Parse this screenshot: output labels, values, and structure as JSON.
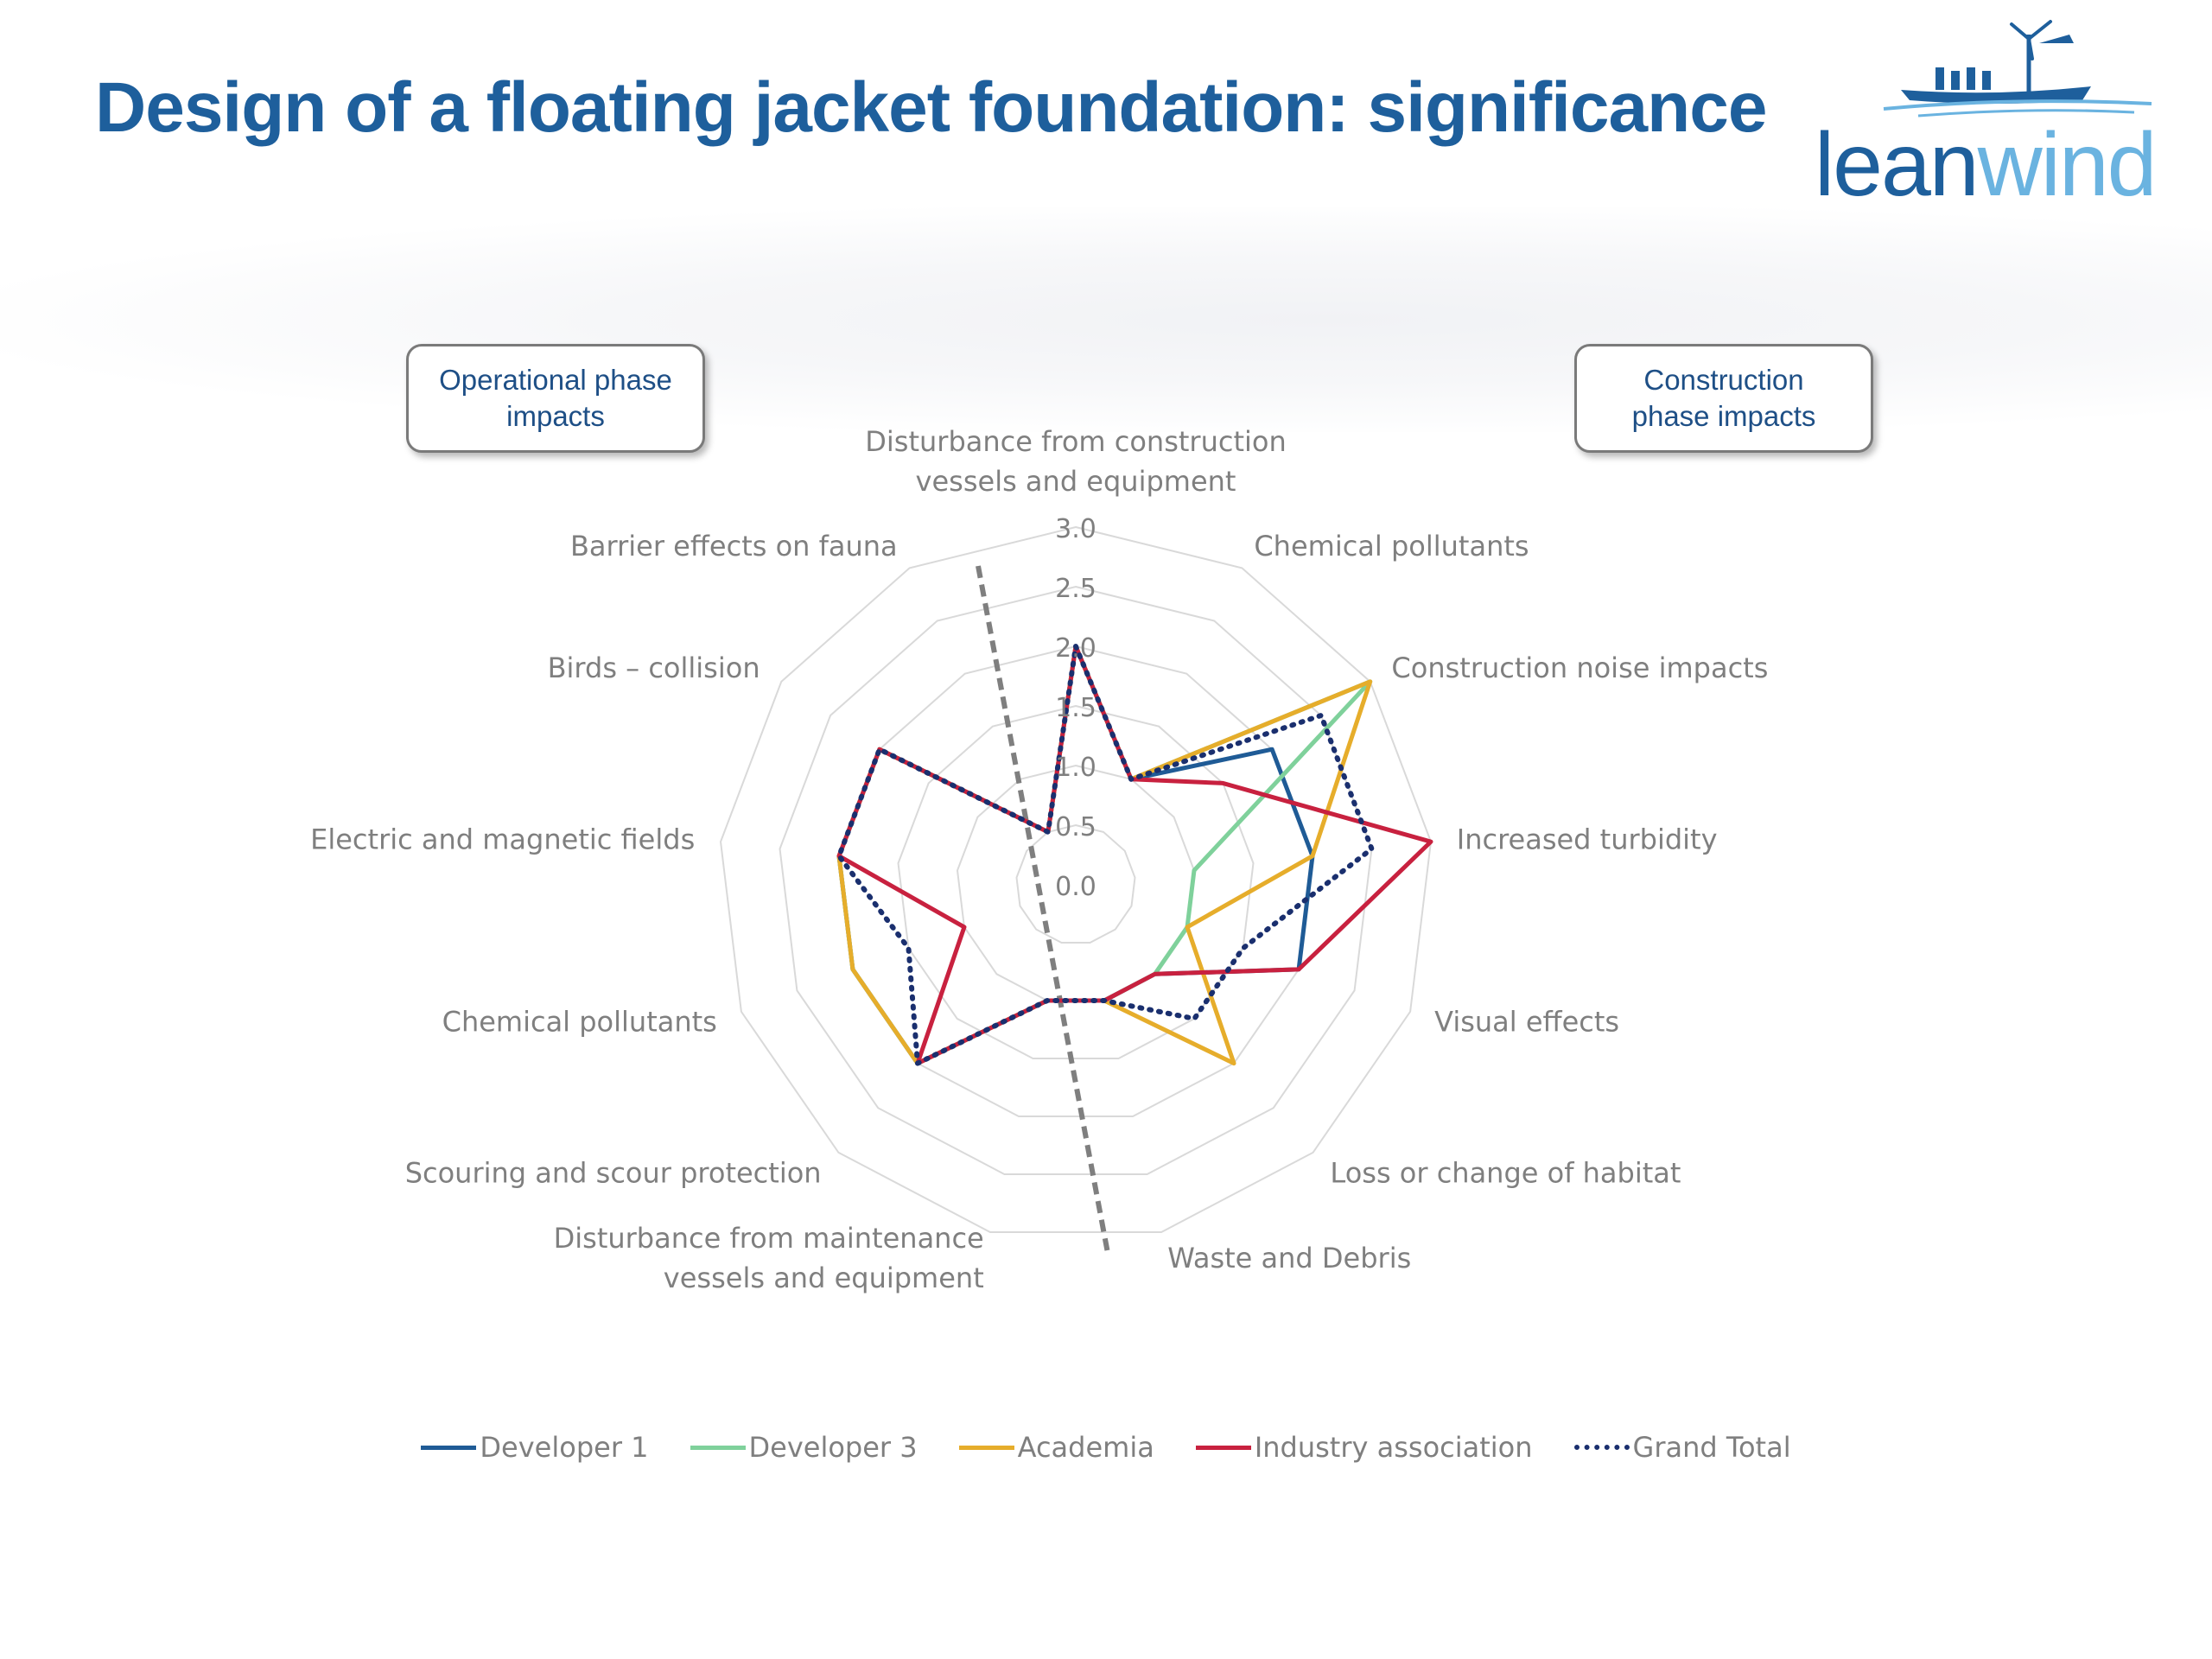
{
  "slide": {
    "title": "Design of a floating jacket foundation: significance",
    "logo_part1": "lean",
    "logo_part2": "wind",
    "operational_box": "Operational phase\nimpacts",
    "construction_box": "Construction\nphase impacts"
  },
  "colors": {
    "title": "#1e5f9c",
    "logo_dark": "#1e5f9c",
    "logo_light": "#6ab3e0",
    "grid": "#d9d9d9",
    "axis_text": "#7f7f7f",
    "divider": "#7f7f7f"
  },
  "icons": {
    "logo": "ship-and-wind-turbine-icon"
  },
  "chart_data": {
    "type": "radar",
    "title": "",
    "categories": [
      "Disturbance from construction\nvessels and equipment",
      "Chemical pollutants",
      "Construction noise impacts",
      "Increased turbidity",
      "Visual effects",
      "Loss or change of habitat",
      "Waste and Debris",
      "Disturbance from maintenance\nvessels and equipment",
      "Scouring and scour protection",
      "Chemical pollutants",
      "Electric and magnetic fields",
      "Birds – collision",
      "Barrier effects on fauna"
    ],
    "rlim": [
      0,
      3
    ],
    "ticks": [
      "0.0",
      "0.5",
      "1.0",
      "1.5",
      "2.0",
      "2.5",
      "3.0"
    ],
    "grid": true,
    "legend_position": "bottom",
    "series": [
      {
        "name": "Developer 1",
        "color": "#1f5b96",
        "style": "solid",
        "values": [
          2.0,
          1.0,
          2.0,
          2.0,
          2.0,
          1.0,
          1.0,
          1.0,
          2.0,
          2.0,
          2.0,
          2.0,
          0.5
        ]
      },
      {
        "name": "Developer 3",
        "color": "#7fd19b",
        "style": "solid",
        "values": [
          2.0,
          1.0,
          3.0,
          1.0,
          1.0,
          1.0,
          1.0,
          1.0,
          2.0,
          2.0,
          2.0,
          2.0,
          0.5
        ]
      },
      {
        "name": "Academia",
        "color": "#e6ad2b",
        "style": "solid",
        "values": [
          2.0,
          1.0,
          3.0,
          2.0,
          1.0,
          2.0,
          1.0,
          1.0,
          2.0,
          2.0,
          2.0,
          2.0,
          0.5
        ]
      },
      {
        "name": "Industry association",
        "color": "#c8213f",
        "style": "solid",
        "values": [
          2.0,
          1.0,
          1.5,
          3.0,
          2.0,
          1.0,
          1.0,
          1.0,
          2.0,
          1.0,
          2.0,
          2.0,
          0.5
        ]
      },
      {
        "name": "Grand Total",
        "color": "#1a2f6e",
        "style": "dotted",
        "values": [
          2.0,
          1.0,
          2.5,
          2.5,
          1.5,
          1.5,
          1.0,
          1.0,
          2.0,
          1.5,
          2.0,
          2.0,
          0.5
        ]
      }
    ]
  }
}
